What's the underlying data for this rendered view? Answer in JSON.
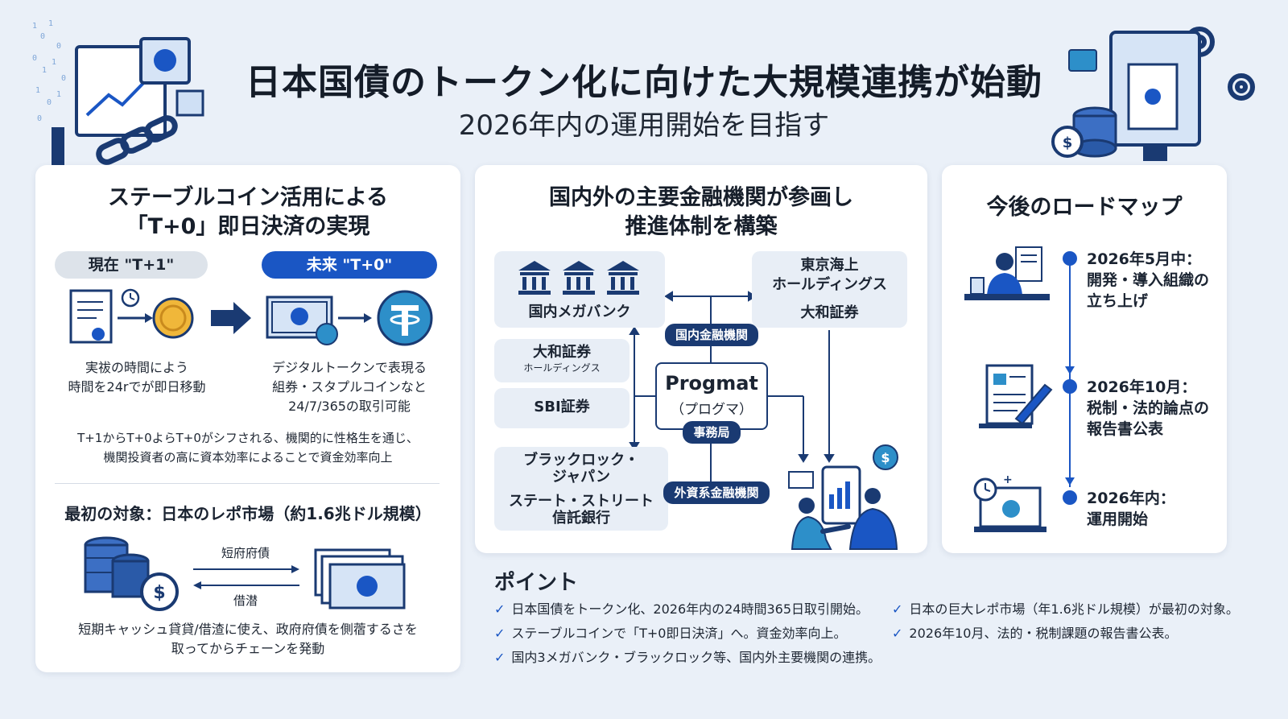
{
  "header": {
    "title": "日本国債のトークン化に向けた大規模連携が始動",
    "subtitle": "2026年内の運用開始を目指す"
  },
  "left": {
    "title_l1": "ステーブルコイン活用による",
    "title_l2": "「T+0」即日決済の実現",
    "pill_current": "現在 \"T+1\"",
    "pill_future": "未来 \"T+0\"",
    "current_l1": "実祓の時間によう",
    "current_l2": "時間を24rでが即日移動",
    "future_l1": "デジタルトークンで表現る",
    "future_l2": "組券・スタプルコインなと",
    "future_l3": "24/7/365の取引可能",
    "note_l1": "T+1からT+0よらT+0がシフされる、機関的に性格生を通じ、",
    "note_l2": "機関投資者の高に資本効率によることで資金効率向上",
    "target": "最初の対象：日本のレポ市場（約1.6兆ドル規模）",
    "arrow_top": "短府府債",
    "arrow_bottom": "借潜",
    "bottom_l1": "短期キャッシュ貸貸/借渣に使え、政府府債を側蓿するさを",
    "bottom_l2": "取ってからチェーンを発動"
  },
  "middle": {
    "title_l1": "国内外の主要金融機関が参画し",
    "title_l2": "推進体制を構築",
    "megabank": "国内メガバンク",
    "tokio_l1": "東京海上",
    "tokio_l2": "ホールディングス",
    "daiwa_sec": "大和証券",
    "daiwa_hd_l1": "大和証券",
    "daiwa_hd_l2": "ホールディングス",
    "sbi": "SBI証券",
    "blackrock_l1": "ブラックロック・",
    "blackrock_l2": "ジャパン",
    "statestreet_l1": "ステート・ストリート",
    "statestreet_l2": "信託銀行",
    "progmat": "Progmat",
    "progmat_kana": "（プログマ）",
    "tag_domestic": "国内金融機関",
    "tag_secretariat": "事務局",
    "tag_foreign": "外資系金融機関"
  },
  "right": {
    "title": "今後のロードマップ",
    "items": [
      {
        "l1": "2026年5月中：",
        "l2": "開発・導入組織の",
        "l3": "立ち上げ"
      },
      {
        "l1": "2026年10月：",
        "l2": "税制・法的論点の",
        "l3": "報告書公表"
      },
      {
        "l1": "2026年内：",
        "l2": "運用開始",
        "l3": ""
      }
    ]
  },
  "points": {
    "title": "ポイント",
    "check": "✓",
    "items": [
      "日本国債をトークン化、2026年内の24時間365日取引開始。",
      "ステーブルコインで「T+0即日決済」へ。資金効率向上。",
      "国内3メガバンク・ブラックロック等、国内外主要機関の連携。",
      "日本の巨大レポ市場（年1.6兆ドル規模）が最初の対象。",
      "2026年10月、法的・税制課題の報告書公表。"
    ]
  },
  "colors": {
    "accent": "#1a56c4",
    "navy": "#1a3a72",
    "bg": "#eaf0f8"
  },
  "icons": [
    "laptop-chart-icon",
    "chain-icon",
    "data-stream-icon",
    "monitor-document-icon",
    "gear-icon",
    "coin-stack-icon",
    "document-icon",
    "clock-icon",
    "coin-icon",
    "arrow-right-icon",
    "banknote-icon",
    "token-icon",
    "bank-icon",
    "handshake-icon",
    "presenter-icon",
    "report-icon",
    "laptop-token-icon",
    "check-icon"
  ]
}
